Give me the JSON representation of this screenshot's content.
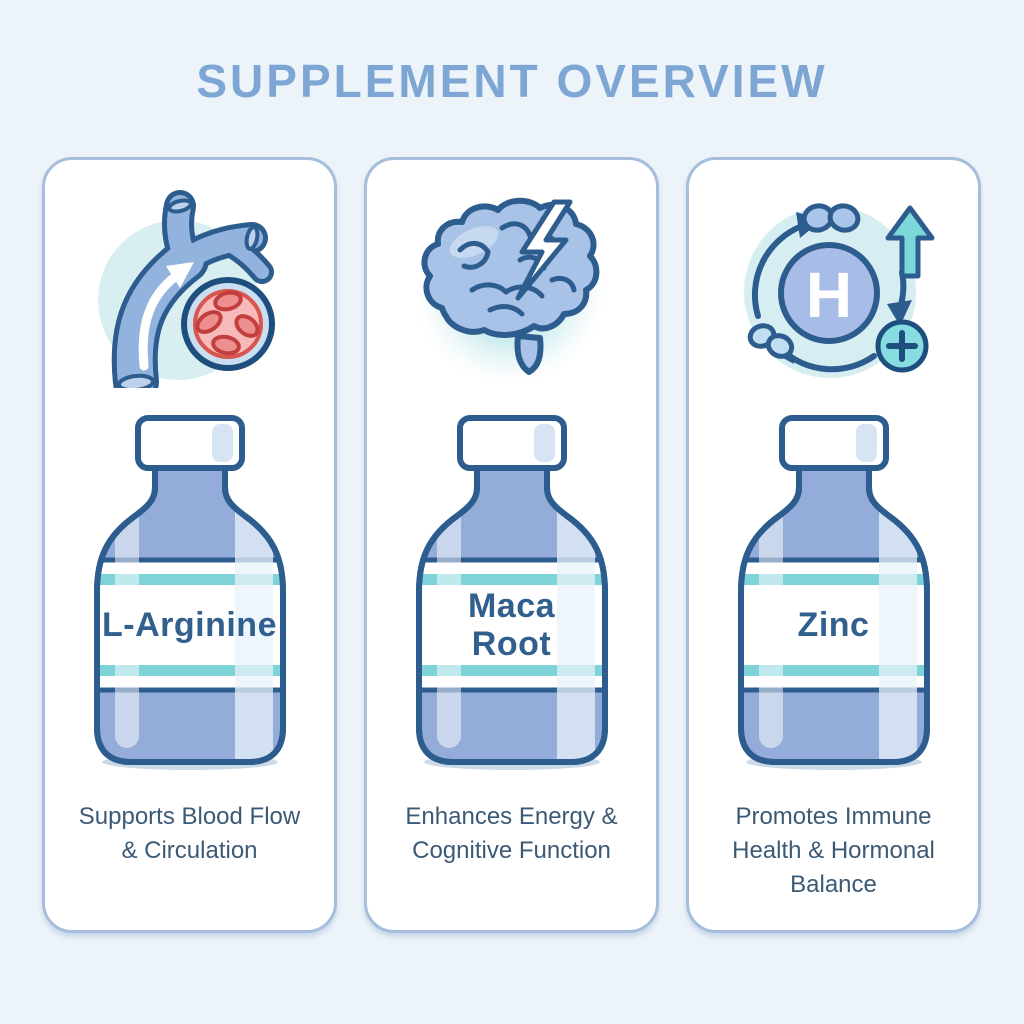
{
  "title": "SUPPLEMENT OVERVIEW",
  "cards": [
    {
      "supplement": "L-Arginine",
      "benefit": "Supports Blood Flow\n& Circulation",
      "icon": "blood-flow"
    },
    {
      "supplement": "Maca\nRoot",
      "benefit": "Enhances Energy &\nCognitive Function",
      "icon": "brain-energy"
    },
    {
      "supplement": "Zinc",
      "benefit": "Promotes Immune\nHealth & Hormonal\nBalance",
      "icon": "hormone-balance"
    }
  ],
  "hormone_symbol": "H",
  "colors": {
    "background": "#ecf3f9",
    "title_blue": "#7da6d4",
    "card_border": "#a6bedb",
    "bottle_blue": "#94acd9",
    "outline_blue": "#2d5c8e",
    "accent_teal": "#7ed3d8",
    "label_text": "#31608f",
    "benefit_text": "#3c5a75",
    "red_cell": "#ee8f8f"
  }
}
